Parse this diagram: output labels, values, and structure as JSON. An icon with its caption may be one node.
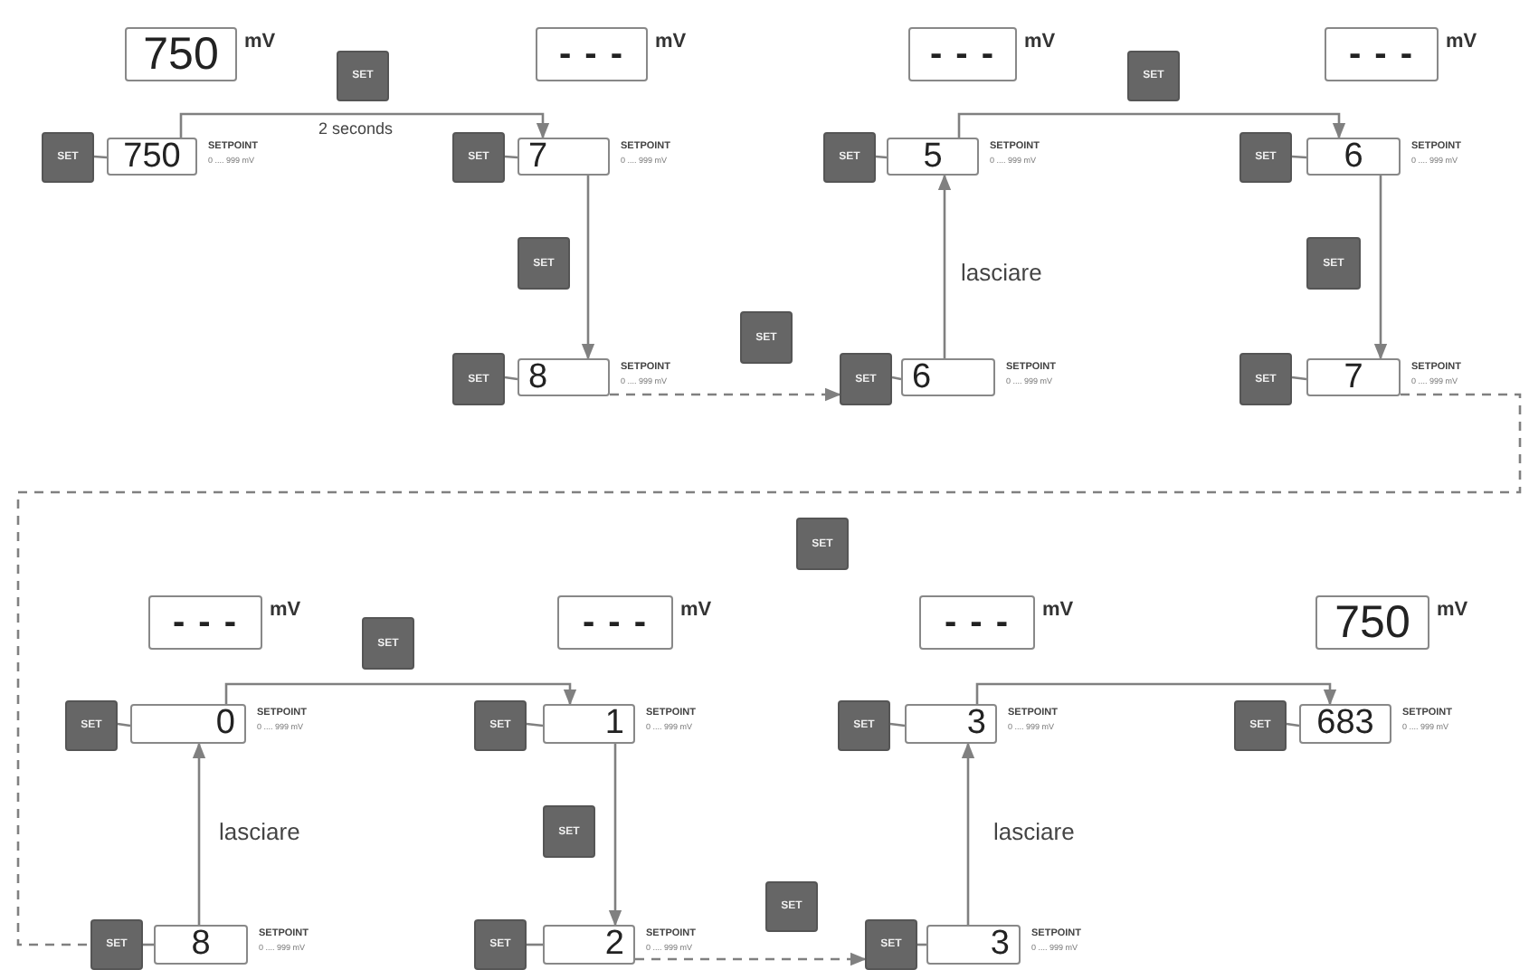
{
  "diagram": {
    "nodes": [
      {
        "text": [
          "750"
        ],
        "beside": [
          "mV"
        ]
      },
      {
        "text": [
          "SET"
        ]
      },
      {
        "text": [
          "- - -"
        ],
        "beside": [
          "mV"
        ]
      },
      {
        "text": [
          "- - -"
        ],
        "beside": [
          "mV"
        ]
      },
      {
        "text": [
          "SET"
        ]
      },
      {
        "text": [
          "- - -"
        ],
        "beside": [
          "mV"
        ]
      },
      {
        "text": [
          "SET"
        ]
      },
      {
        "text": [
          "750"
        ],
        "beside": [
          "SETPOINT",
          "0 .... 999 mV"
        ]
      },
      {
        "text": [
          "SET"
        ]
      },
      {
        "text": [
          "7"
        ],
        "beside": [
          "SETPOINT",
          "0 .... 999 mV"
        ]
      },
      {
        "text": [
          "SET"
        ]
      },
      {
        "text": [
          "5"
        ],
        "beside": [
          "SETPOINT",
          "0 .... 999 mV"
        ]
      },
      {
        "text": [
          "SET"
        ]
      },
      {
        "text": [
          "6"
        ],
        "beside": [
          "SETPOINT",
          "0 .... 999 mV"
        ]
      },
      {
        "text": [
          "SET"
        ]
      },
      {
        "text": [
          "SET"
        ]
      },
      {
        "text": [
          "SET"
        ]
      },
      {
        "text": [
          "SET"
        ]
      },
      {
        "text": [
          "8"
        ],
        "beside": [
          "SETPOINT",
          "0 .... 999 mV"
        ]
      },
      {
        "text": [
          "SET"
        ]
      },
      {
        "text": [
          "6"
        ],
        "beside": [
          "SETPOINT",
          "0 .... 999 mV"
        ]
      },
      {
        "text": [
          "SET"
        ]
      },
      {
        "text": [
          "7"
        ],
        "beside": [
          "SETPOINT",
          "0 .... 999 mV"
        ]
      },
      {
        "text": [
          "SET"
        ]
      },
      {
        "text": [
          "- - -"
        ],
        "beside": [
          "mV"
        ]
      },
      {
        "text": [
          "- - -"
        ],
        "beside": [
          "mV"
        ]
      },
      {
        "text": [
          "- - -"
        ],
        "beside": [
          "mV"
        ]
      },
      {
        "text": [
          "750"
        ],
        "beside": [
          "mV"
        ]
      },
      {
        "text": [
          "SET"
        ]
      },
      {
        "text": [
          "SET"
        ]
      },
      {
        "text": [
          "0"
        ],
        "beside": [
          "SETPOINT",
          "0 .... 999 mV"
        ]
      },
      {
        "text": [
          "SET"
        ]
      },
      {
        "text": [
          "1"
        ],
        "beside": [
          "SETPOINT",
          "0 .... 999 mV"
        ]
      },
      {
        "text": [
          "SET"
        ]
      },
      {
        "text": [
          "3"
        ],
        "beside": [
          "SETPOINT",
          "0 .... 999 mV"
        ]
      },
      {
        "text": [
          "SET"
        ]
      },
      {
        "text": [
          "683"
        ],
        "beside": [
          "SETPOINT",
          "0 .... 999 mV"
        ]
      },
      {
        "text": [
          "SET"
        ]
      },
      {
        "text": [
          "SET"
        ]
      },
      {
        "text": [
          "SET"
        ]
      },
      {
        "text": [
          "8"
        ],
        "beside": [
          "SETPOINT",
          "0 .... 999 mV"
        ]
      },
      {
        "text": [
          "SET"
        ]
      },
      {
        "text": [
          "2"
        ],
        "beside": [
          "SETPOINT",
          "0 .... 999 mV"
        ]
      },
      {
        "text": [
          "SET"
        ]
      },
      {
        "text": [
          "3"
        ],
        "beside": [
          "SETPOINT",
          "0 .... 999 mV"
        ]
      }
    ],
    "edges": [
      {
        "from": 6,
        "to": 7,
        "arrow": "none"
      },
      {
        "from": 8,
        "to": 9,
        "arrow": "none"
      },
      {
        "from": 10,
        "to": 11,
        "arrow": "none"
      },
      {
        "from": 12,
        "to": 13,
        "arrow": "none"
      },
      {
        "from": 17,
        "to": 18,
        "arrow": "none"
      },
      {
        "from": 19,
        "to": 20,
        "arrow": "none"
      },
      {
        "from": 21,
        "to": 22,
        "arrow": "none"
      },
      {
        "from": 29,
        "to": 30,
        "arrow": "none"
      },
      {
        "from": 31,
        "to": 32,
        "arrow": "none"
      },
      {
        "from": 33,
        "to": 34,
        "arrow": "none"
      },
      {
        "from": 35,
        "to": 36,
        "arrow": "none"
      },
      {
        "from": 39,
        "to": 40,
        "arrow": "none"
      },
      {
        "from": 41,
        "to": 42,
        "arrow": "none"
      },
      {
        "from": 43,
        "to": 44,
        "arrow": "none"
      },
      {
        "from": 7,
        "to": 9,
        "arrow": "to",
        "label": "2 seconds"
      },
      {
        "from": 9,
        "to": 18,
        "arrow": "to"
      },
      {
        "from": 18,
        "to": 19,
        "arrow": "to",
        "style": "dashed"
      },
      {
        "from": 20,
        "to": 11,
        "arrow": "to",
        "label": "lasciare"
      },
      {
        "from": 11,
        "to": 13,
        "arrow": "to"
      },
      {
        "from": 13,
        "to": 22,
        "arrow": "to"
      },
      {
        "from": 22,
        "to": 39,
        "arrow": "none",
        "style": "dashed"
      },
      {
        "from": 40,
        "to": 30,
        "arrow": "to",
        "label": "lasciare"
      },
      {
        "from": 30,
        "to": 32,
        "arrow": "to"
      },
      {
        "from": 32,
        "to": 42,
        "arrow": "to"
      },
      {
        "from": 42,
        "to": 43,
        "arrow": "to",
        "style": "dashed"
      },
      {
        "from": 44,
        "to": 34,
        "arrow": "to",
        "label": "lasciare"
      },
      {
        "from": 34,
        "to": 36,
        "arrow": "to"
      }
    ]
  }
}
